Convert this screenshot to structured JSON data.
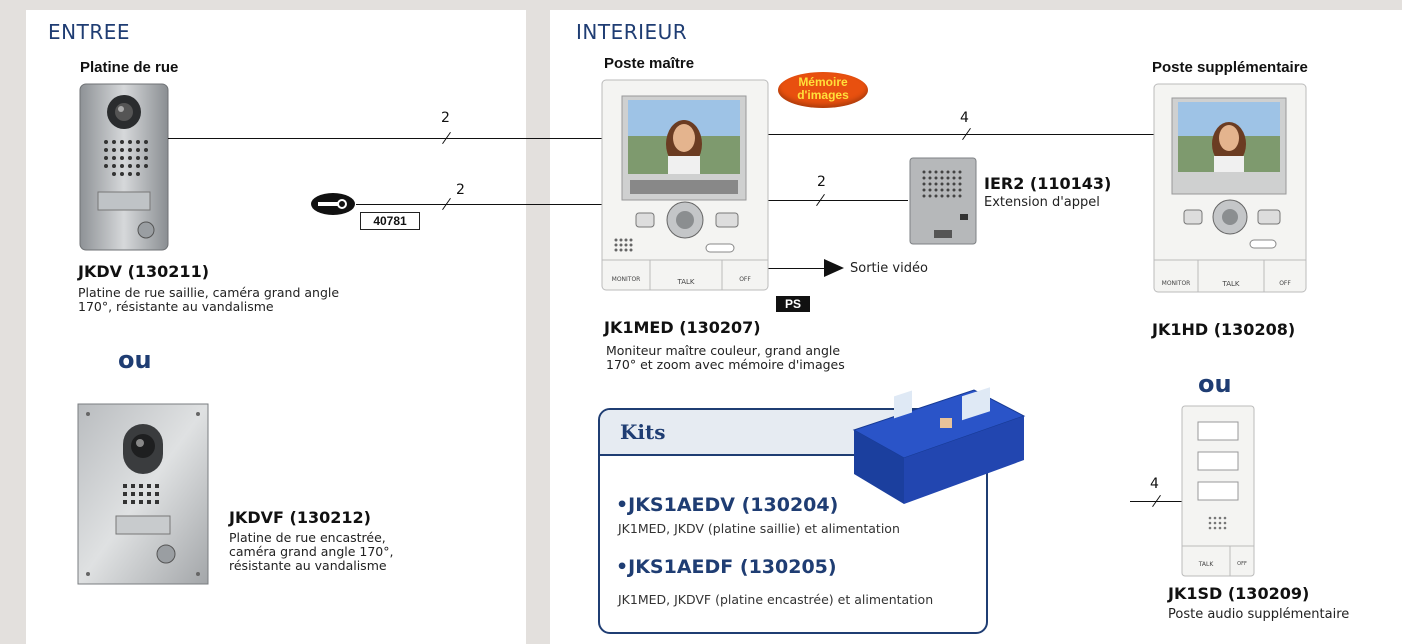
{
  "entree": {
    "title": "ENTREE",
    "platine_heading": "Platine de rue",
    "jkdv": {
      "model": "JKDV (130211)",
      "desc_line1": "Platine de rue saillie, caméra grand angle",
      "desc_line2": "170°, résistante au vandalisme"
    },
    "ou": "ou",
    "jkdvf": {
      "model": "JKDVF (130212)",
      "desc_line1": "Platine de rue encastrée,",
      "desc_line2": "caméra grand angle 170°,",
      "desc_line3": "résistante au vandalisme"
    }
  },
  "interieur": {
    "title": "INTERIEUR",
    "poste_maitre_heading": "Poste maître",
    "memoire_line1": "Mémoire",
    "memoire_line2": "d'images",
    "poste_supp_heading": "Poste supplémentaire",
    "jk1med": {
      "model": "JK1MED (130207)",
      "desc_line1": "Moniteur maître couleur, grand angle",
      "desc_line2": "170° et zoom avec mémoire d'images"
    },
    "ps_badge": "PS",
    "sortie_video": "Sortie vidéo",
    "ier2": {
      "model": "IER2 (110143)",
      "desc": "Extension d'appel"
    },
    "jk1hd": {
      "model": "JK1HD (130208)"
    },
    "ou": "ou",
    "jk1sd": {
      "model": "JK1SD (130209)",
      "desc": "Poste audio supplémentaire"
    },
    "kits": {
      "title": "Kits",
      "kit1": {
        "model": "•JKS1AEDV (130204)",
        "desc": "JK1MED, JKDV (platine saillie) et alimentation"
      },
      "kit2": {
        "model": "•JKS1AEDF (130205)",
        "desc": "JK1MED, JKDVF (platine encastrée) et alimentation"
      }
    }
  },
  "wires": {
    "w1": "2",
    "w2": "2",
    "w3": "4",
    "w4": "2",
    "w5": "4",
    "key_code": "40781"
  },
  "device_labels": {
    "monitor": "MONITOR",
    "talk": "TALK",
    "off": "OFF"
  },
  "colors": {
    "accent_blue": "#1f3d73",
    "panel_bg": "#ffffff",
    "page_bg": "#e3e0dd",
    "memoire_badge": "#e8500f"
  }
}
